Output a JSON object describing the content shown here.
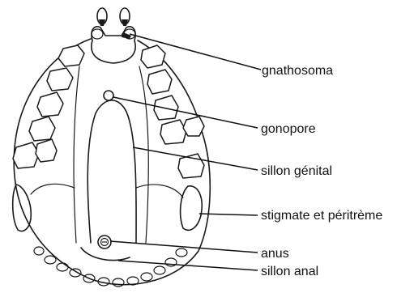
{
  "diagram": {
    "labels": {
      "gnathosoma": "gnathosoma",
      "gonopore": "gonopore",
      "sillon_genital": "sillon génital",
      "stigmate": "stigmate et péritrème",
      "anus": "anus",
      "sillon_anal": "sillon anal"
    },
    "colors": {
      "ink": "#1a1a1a",
      "background": "#ffffff",
      "stipple": "#555555"
    }
  }
}
